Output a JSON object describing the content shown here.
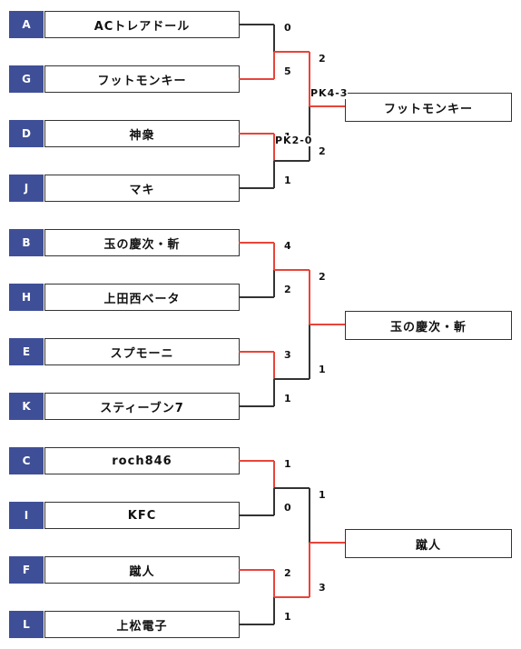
{
  "groups": [
    {
      "teams": [
        {
          "seed": "A",
          "name": "ACトレアドール"
        },
        {
          "seed": "G",
          "name": "フットモンキー"
        },
        {
          "seed": "D",
          "name": "神衆"
        },
        {
          "seed": "J",
          "name": "マキ"
        }
      ],
      "winner": "フットモンキー",
      "semis": [
        {
          "scores": [
            "0",
            "5"
          ],
          "winner": 1,
          "pk": ""
        },
        {
          "scores": [
            "1",
            "1"
          ],
          "winner": 0,
          "pk": "PK2-0"
        }
      ],
      "final": {
        "scores": [
          "2",
          "2"
        ],
        "winner": 0,
        "pk": "PK4-3"
      }
    },
    {
      "teams": [
        {
          "seed": "B",
          "name": "玉の慶次・斬"
        },
        {
          "seed": "H",
          "name": "上田西ベータ"
        },
        {
          "seed": "E",
          "name": "スプモーニ"
        },
        {
          "seed": "K",
          "name": "スティーブン7"
        }
      ],
      "winner": "玉の慶次・斬",
      "semis": [
        {
          "scores": [
            "4",
            "2"
          ],
          "winner": 0,
          "pk": ""
        },
        {
          "scores": [
            "3",
            "1"
          ],
          "winner": 0,
          "pk": ""
        }
      ],
      "final": {
        "scores": [
          "2",
          "1"
        ],
        "winner": 0,
        "pk": ""
      }
    },
    {
      "teams": [
        {
          "seed": "C",
          "name": "roch846"
        },
        {
          "seed": "I",
          "name": "KFC"
        },
        {
          "seed": "F",
          "name": "蹴人"
        },
        {
          "seed": "L",
          "name": "上松電子"
        }
      ],
      "winner": "蹴人",
      "semis": [
        {
          "scores": [
            "1",
            "0"
          ],
          "winner": 0,
          "pk": ""
        },
        {
          "scores": [
            "2",
            "1"
          ],
          "winner": 0,
          "pk": ""
        }
      ],
      "final": {
        "scores": [
          "1",
          "3"
        ],
        "winner": 1,
        "pk": ""
      }
    }
  ],
  "colors": {
    "winner_line": "#e8443a",
    "loser_line": "#333333",
    "seed_bg": "#3f4f97"
  }
}
